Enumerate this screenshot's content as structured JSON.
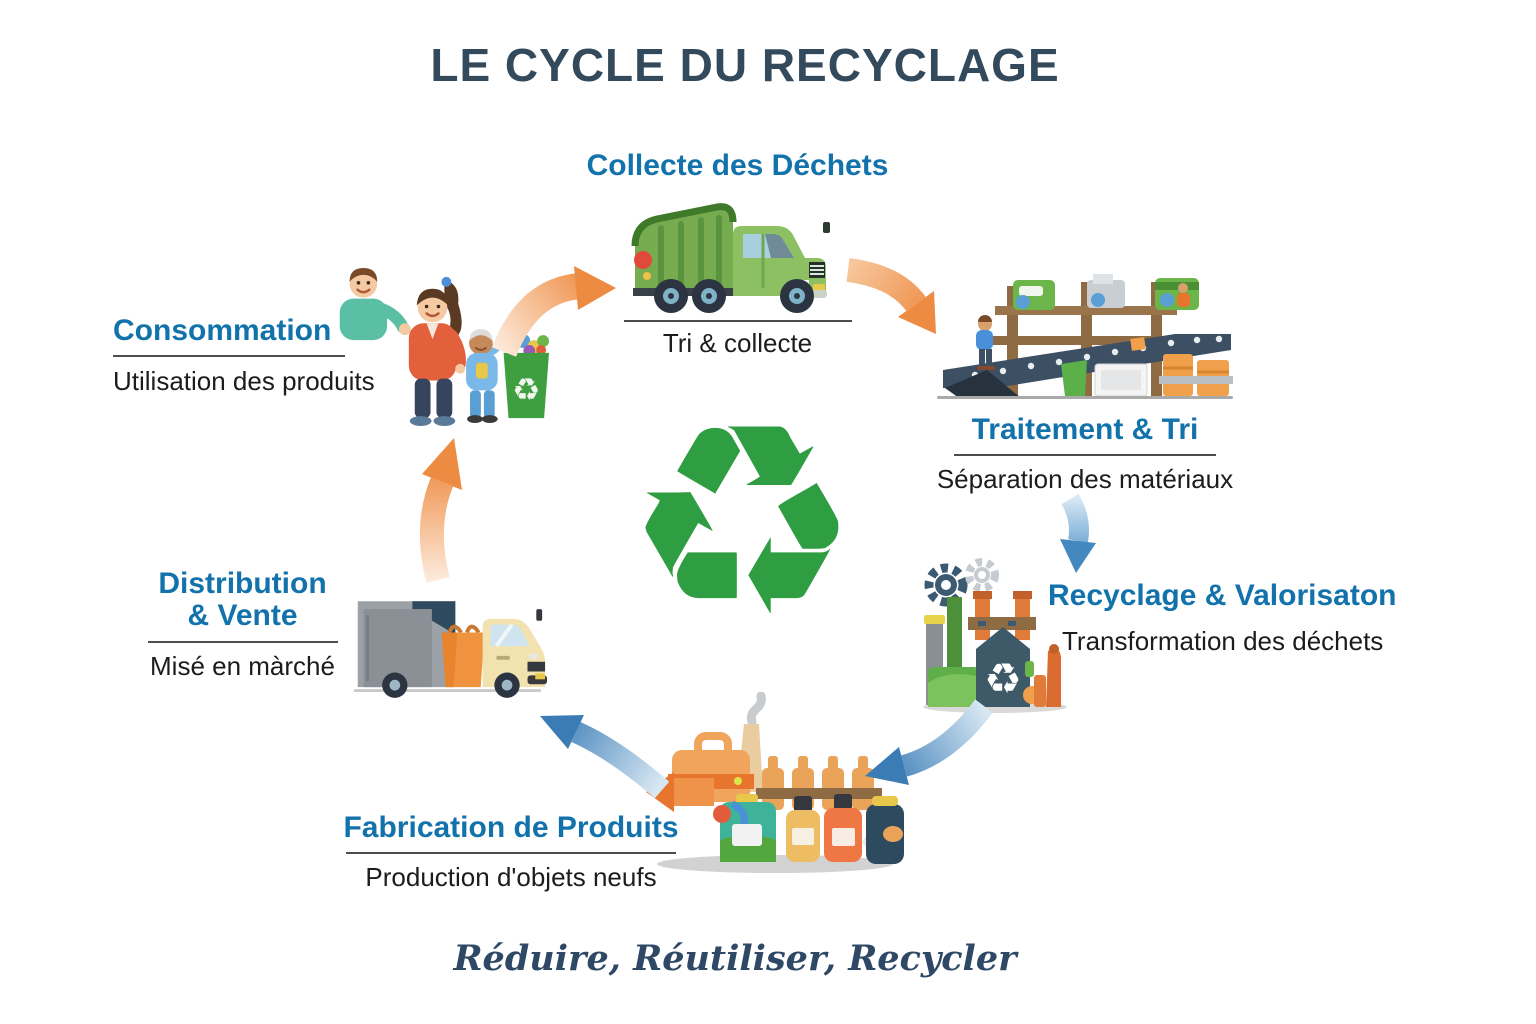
{
  "title": "LE CYCLE DU RECYCLAGE",
  "tagline": "Réduire, Réutiliser, Recycler",
  "stages": {
    "collecte": {
      "title": "Collecte des Déchets",
      "subtitle": "Tri & collecte",
      "icon": "garbage-truck"
    },
    "traitement": {
      "title": "Traitement & Tri",
      "subtitle": "Séparation des matériaux",
      "icon": "sorting-conveyor"
    },
    "recyclage": {
      "title": "Recyclage & Valorisaton",
      "subtitle": "Transformation des déchets",
      "icon": "recycling-factory"
    },
    "fabrication": {
      "title": "Fabrication de Produits",
      "subtitle": "Production d'objets neufs",
      "icon": "manufactured-products"
    },
    "distribution": {
      "title_line1": "Distribution",
      "title_line2": "& Vente",
      "subtitle": "Misé en màrché",
      "icon": "delivery-truck"
    },
    "consommation": {
      "title": "Consommation",
      "subtitle": "Utilisation des produits",
      "icon": "family-recycling-bin"
    }
  },
  "center": {
    "symbol": "♻",
    "meaning": "recycling-symbol"
  },
  "arrows": [
    {
      "from": "consommation",
      "to": "collecte",
      "color": "orange"
    },
    {
      "from": "collecte",
      "to": "traitement",
      "color": "orange"
    },
    {
      "from": "traitement",
      "to": "recyclage",
      "color": "blue"
    },
    {
      "from": "recyclage",
      "to": "fabrication",
      "color": "blue"
    },
    {
      "from": "fabrication",
      "to": "distribution",
      "color": "blue"
    },
    {
      "from": "distribution",
      "to": "consommation",
      "color": "orange"
    }
  ],
  "colors": {
    "heading_blue": "#1272ab",
    "title_navy": "#33495c",
    "text_dark": "#1c1c1e",
    "arrow_orange": "#ee8b42",
    "arrow_blue": "#3f80b8",
    "recycle_green": "#2f9d41"
  }
}
